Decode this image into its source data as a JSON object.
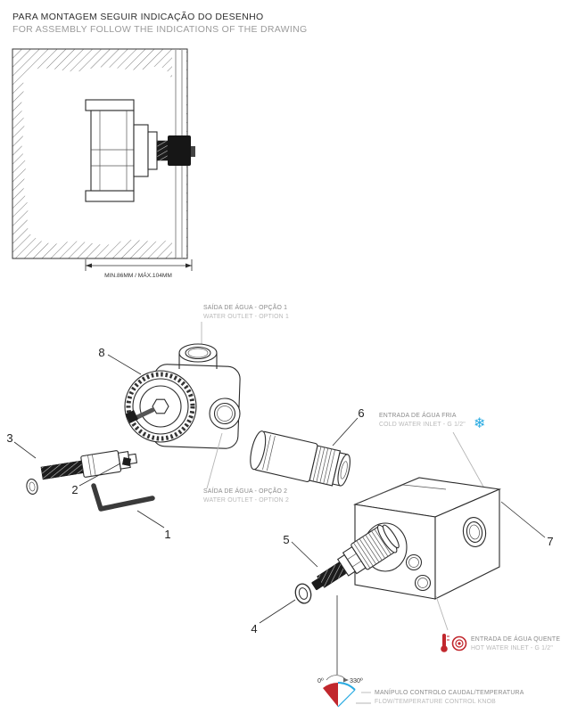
{
  "page": {
    "title_pt": "PARA MONTAGEM SEGUIR INDICAÇÃO DO DESENHO",
    "title_en": "FOR ASSEMBLY FOLLOW THE INDICATIONS OF THE DRAWING"
  },
  "wall_section": {
    "dimension": "MIN.86MM / MÁX.104MM"
  },
  "callouts": {
    "outlet1_pt": "SAÍDA DE ÁGUA - OPÇÃO 1",
    "outlet1_en": "WATER OUTLET - OPTION 1",
    "outlet2_pt": "SAÍDA DE ÁGUA - OPÇÃO 2",
    "outlet2_en": "WATER OUTLET - OPTION 2",
    "cold_pt": "ENTRADA DE ÁGUA FRIA",
    "cold_en": "COLD WATER INLET - G 1/2\"",
    "hot_pt": "ENTRADA DE ÁGUA QUENTE",
    "hot_en": "HOT WATER INLET - G 1/2\"",
    "knob_pt": "MANÍPULO CONTROLO CAUDAL/TEMPERATURA",
    "knob_en": "FLOW/TEMPERATURE CONTROL KNOB"
  },
  "angle": {
    "start": "0º",
    "end": "330º"
  },
  "parts": {
    "n1": "1",
    "n2": "2",
    "n3": "3",
    "n4": "4",
    "n5": "5",
    "n6": "6",
    "n7": "7",
    "n8": "8"
  },
  "icons": {
    "snowflake": "❄"
  },
  "colors": {
    "cold": "#29abe2",
    "hot": "#c1272d",
    "ink": "#2b2b2b",
    "muted": "#8a8a8a",
    "light": "#b9b9b9"
  }
}
